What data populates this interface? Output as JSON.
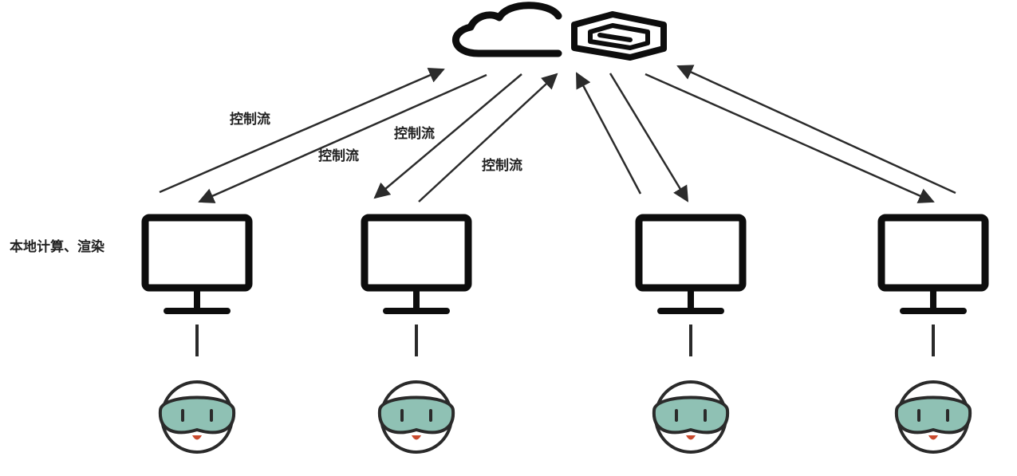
{
  "diagram": {
    "cloud_icon": "cloud-with-hexagon-logo-icon",
    "monitor_icon": "desktop-monitor-icon",
    "user_icon": "vr-headset-avatar-icon",
    "arrow_labels": [
      "控制流",
      "控制流",
      "控制流",
      "控制流"
    ],
    "side_label": "本地计算、渲染",
    "colors": {
      "stroke": "#2b2b2b",
      "monitor": "#0d0d0d",
      "goggles": "#8fc1b4",
      "goggle_outline": "#2a2a2a",
      "face": "#ffffff",
      "mouth": "#c94a2e",
      "text": "#222222"
    }
  }
}
